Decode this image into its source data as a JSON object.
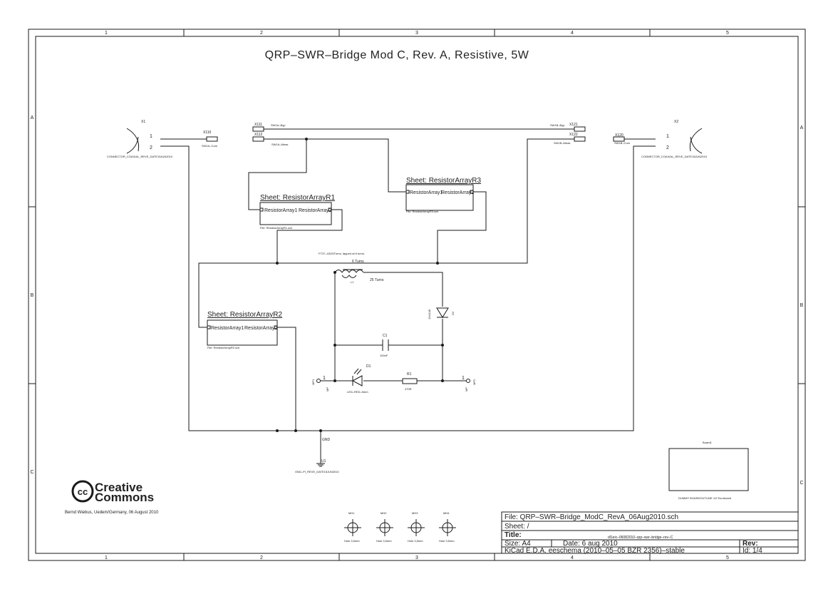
{
  "title": "QRP–SWR–Bridge Mod C, Rev. A, Resistive, 5W",
  "frame": {
    "columns": [
      "1",
      "2",
      "3",
      "4",
      "5"
    ],
    "rows": [
      "A",
      "B",
      "C"
    ]
  },
  "connectors": {
    "x1": {
      "ref": "X1",
      "value": "CONNECTOR_COAXIAL_REVE_DATE15JUN2010",
      "pin1": "1",
      "pin2": "2"
    },
    "x2": {
      "ref": "X2",
      "value": "CONNECTOR_COAXIAL_REVE_DATE15JUN2010",
      "pin1": "1",
      "pin2": "2"
    }
  },
  "switch_pads": {
    "x110": {
      "ref": "X110",
      "label": "SW1A–Com"
    },
    "x111": {
      "ref": "X111",
      "label": "SW1A–Byp"
    },
    "x112": {
      "ref": "X112",
      "label": "SW1A–Meas"
    },
    "x120": {
      "ref": "X120",
      "label": "SW1B–Com"
    },
    "x121": {
      "ref": "X121",
      "label": "SW1B–Byp"
    },
    "x122": {
      "ref": "X122",
      "label": "SW1B–Meas"
    }
  },
  "sheets": {
    "r1": {
      "title": "Sheet: ResistorArrayR1",
      "pin_left": "ResistorArray1",
      "pin_right": "ResistorArray2",
      "file": "File: ResistorArrayR1.sch"
    },
    "r2": {
      "title": "Sheet: ResistorArrayR2",
      "pin_left": "ResistorArray1",
      "pin_right": "ResistorArray2",
      "file": "File: ResistorArrayR2.sch"
    },
    "r3": {
      "title": "Sheet: ResistorArrayR3",
      "pin_left": "ResistorArray1",
      "pin_right": "ResistorArray2",
      "file": "File: ResistorArrayR3.sch"
    }
  },
  "transformer": {
    "note": "FT37–43/25Turns, tapped at 6 turns.",
    "ref": "L1",
    "primary": "6 Turns",
    "secondary": "25 Turns"
  },
  "components": {
    "d2": {
      "ref": "D2",
      "value": "1N4148"
    },
    "c1": {
      "ref": "C1",
      "value": "100nF"
    },
    "d1": {
      "ref": "D1",
      "value": "LED–RED–5mm"
    },
    "r1": {
      "ref": "R1",
      "value": "470R"
    },
    "mp1": {
      "ref": "MP1",
      "value": "MP",
      "pin": "1"
    },
    "mp2": {
      "ref": "MP2",
      "value": "MP",
      "pin": "1"
    },
    "gnd": {
      "net": "GND",
      "ref": "U1",
      "value": "GND–PI_REVE_DATE15JUN2010"
    },
    "board": {
      "ref": "Board1",
      "value": "DUMMY BOARDOUTLINE 1/2 Euroboard"
    }
  },
  "mounting_holes": [
    {
      "ref": "MH1",
      "value": "Hole 3,5mm"
    },
    {
      "ref": "MH2",
      "value": "Hole 3,5mm"
    },
    {
      "ref": "MH3",
      "value": "Hole 3,5mm"
    },
    {
      "ref": "MH4",
      "value": "Hole 3,5mm"
    }
  ],
  "logo": {
    "line1": "Creative",
    "line2": "Commons",
    "author": "Bernd Wiebus, Uedem/Germany, 06 August 2010"
  },
  "title_block": {
    "file": "File: QRP–SWR–Bridge_ModC_RevA_06Aug2010.sch",
    "sheet": "Sheet: /",
    "title_label": "Title:",
    "title_value": "dl1eic–06082010–qrp–swr–bridge–rev–C",
    "size": "Size: A4",
    "date": "Date: 6 aug 2010",
    "rev": "Rev:",
    "kicad": "KiCad E.D.A.  eeschema (2010–05–05 BZR 2356)–stable",
    "id": "Id: 1/4"
  }
}
